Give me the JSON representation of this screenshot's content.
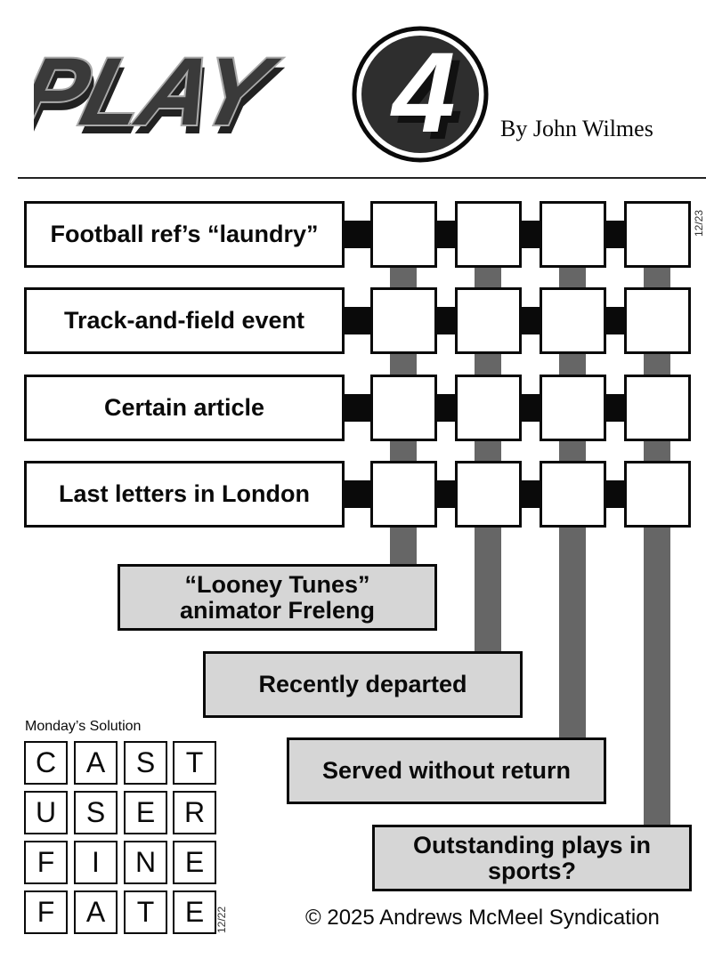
{
  "header": {
    "logo_text": "PLAY",
    "logo_number": "4",
    "byline": "By John Wilmes",
    "date": "12/23"
  },
  "puzzle": {
    "across_clues": [
      "Football ref’s “laundry”",
      "Track-and-field event",
      "Certain article",
      "Last letters in London"
    ],
    "down_clues": [
      "“Looney Tunes” animator Freleng",
      "Recently departed",
      "Served without return",
      "Outstanding plays in sports?"
    ],
    "grid": [
      [
        "",
        "",
        "",
        ""
      ],
      [
        "",
        "",
        "",
        ""
      ],
      [
        "",
        "",
        "",
        ""
      ],
      [
        "",
        "",
        "",
        ""
      ]
    ],
    "colors": {
      "across_connector": "#0a0a0a",
      "down_connector": "#666666",
      "down_clue_fill": "#d6d6d6",
      "border": "#0a0a0a"
    }
  },
  "solution": {
    "title": "Monday’s Solution",
    "date": "12/22",
    "grid": [
      [
        "C",
        "A",
        "S",
        "T"
      ],
      [
        "U",
        "S",
        "E",
        "R"
      ],
      [
        "F",
        "I",
        "N",
        "E"
      ],
      [
        "F",
        "A",
        "T",
        "E"
      ]
    ]
  },
  "footer": {
    "copyright": "© 2025 Andrews McMeel Syndication"
  }
}
